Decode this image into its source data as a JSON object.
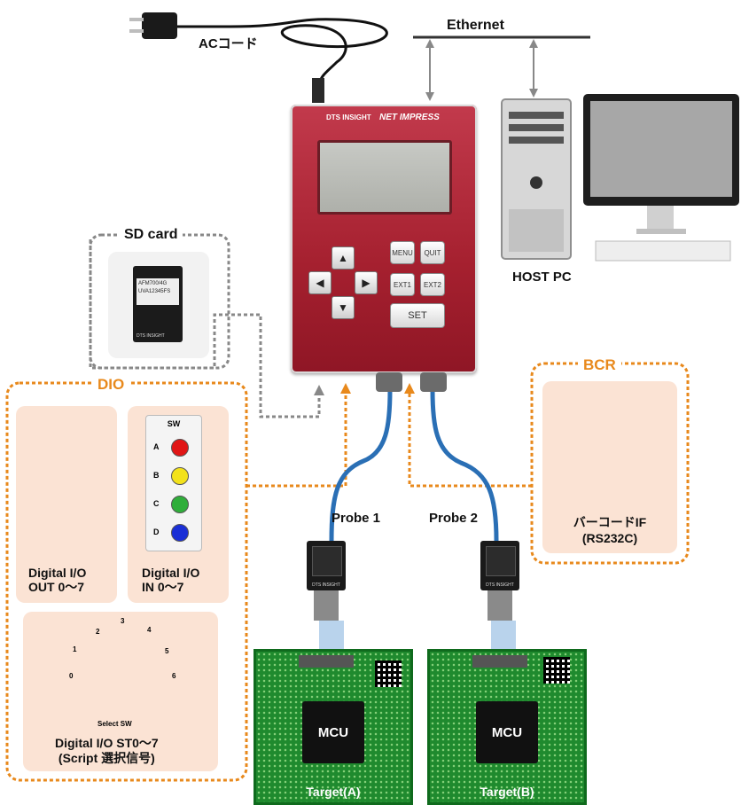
{
  "labels": {
    "ac_cord": "ACコード",
    "ethernet": "Ethernet",
    "host_pc": "HOST PC",
    "sd_card": "SD card",
    "dio": "DIO",
    "bcr": "BCR",
    "barcode_if": "バーコードIF",
    "rs232c": "(RS232C)",
    "probe1": "Probe 1",
    "probe2": "Probe 2",
    "dio_out": "Digital I/O",
    "dio_out_range": "OUT 0〜7",
    "dio_in": "Digital I/O",
    "dio_in_range": "IN 0〜7",
    "dio_st": "Digital I/O ST0〜7",
    "dio_st_sub": "(Script 選択信号)",
    "select_sw": "Select SW",
    "sw": "SW",
    "target_a": "Target(A)",
    "target_b": "Target(B)"
  },
  "device": {
    "brand": "DTS INSIGHT",
    "product": "NET IMPRESS",
    "buttons": [
      "MENU",
      "QUIT",
      "EXT1",
      "EXT2",
      "SET"
    ]
  },
  "sd": {
    "line1": "AFM700/4G",
    "line2": "UVA12345FS",
    "brand": "DTS INSIGHT"
  },
  "switch_panel": {
    "buttons": [
      {
        "label": "A",
        "color": "#e01515"
      },
      {
        "label": "B",
        "color": "#f3e21b"
      },
      {
        "label": "C",
        "color": "#2fae3a"
      },
      {
        "label": "D",
        "color": "#1a2fd6"
      }
    ]
  },
  "rotary": {
    "positions": [
      "0",
      "1",
      "2",
      "3",
      "4",
      "5",
      "6"
    ]
  },
  "chip_label": "MCU",
  "probe_brand": "DTS INSIGHT",
  "colors": {
    "accent": "#e8891c",
    "cable": "#2a6fb5",
    "device": "#a5202f",
    "pcb": "#1f8a2e"
  }
}
